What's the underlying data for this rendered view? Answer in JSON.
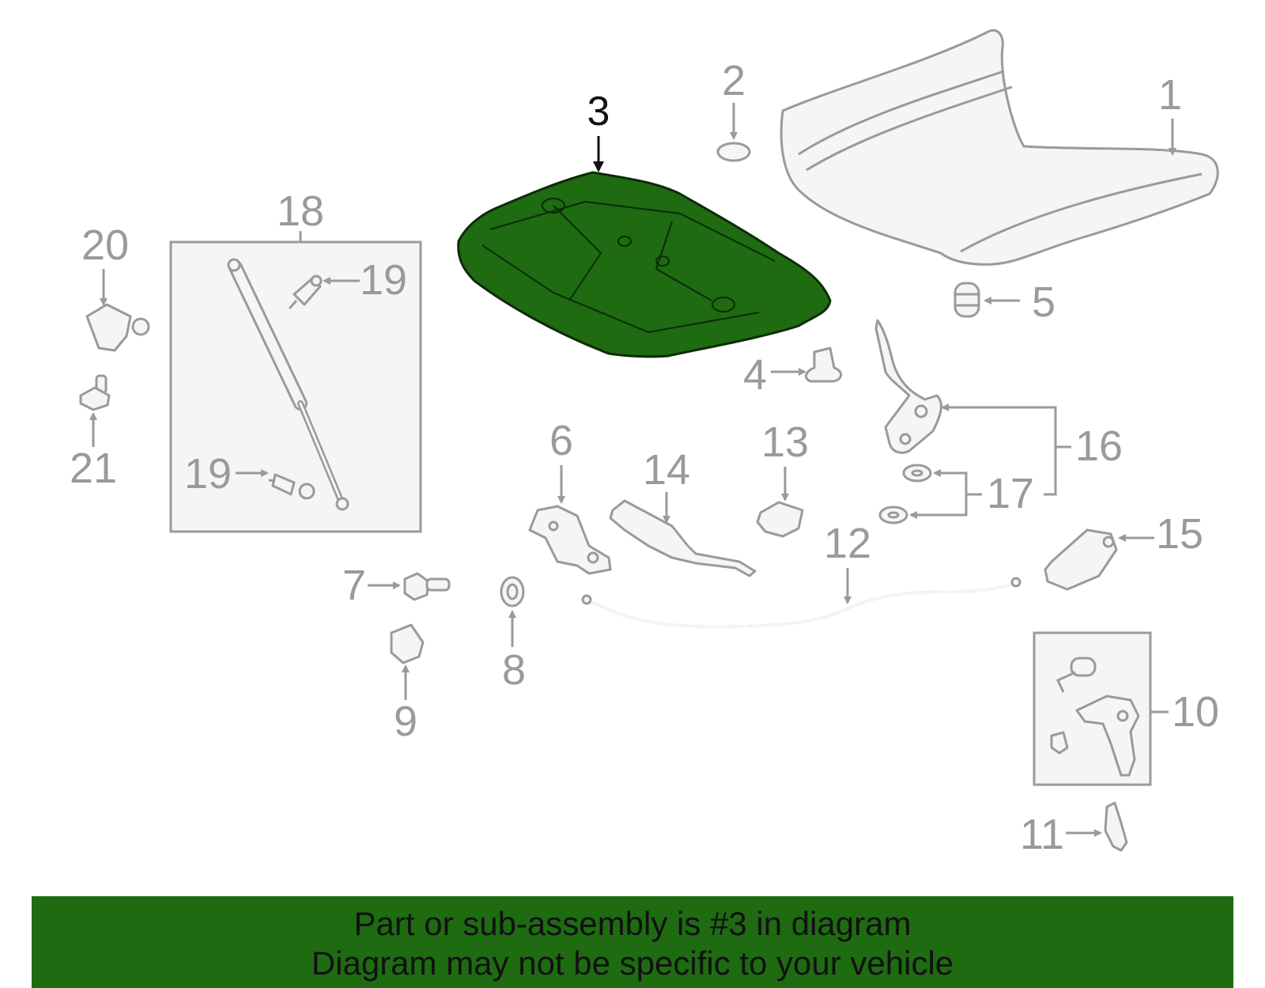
{
  "callouts": {
    "c1": "1",
    "c2": "2",
    "c3": "3",
    "c4": "4",
    "c5": "5",
    "c6": "6",
    "c7": "7",
    "c8": "8",
    "c9": "9",
    "c10": "10",
    "c11": "11",
    "c12": "12",
    "c13": "13",
    "c14": "14",
    "c15": "15",
    "c16": "16",
    "c17": "17",
    "c18": "18",
    "c19a": "19",
    "c19b": "19",
    "c20": "20",
    "c21": "21"
  },
  "highlighted_part": "3",
  "highlight_color": "#1e6b12",
  "banner": {
    "line1": "Part or sub-assembly is #3 in diagram",
    "line2": "Diagram may not be specific to your vehicle",
    "background": "#1e6b12"
  }
}
